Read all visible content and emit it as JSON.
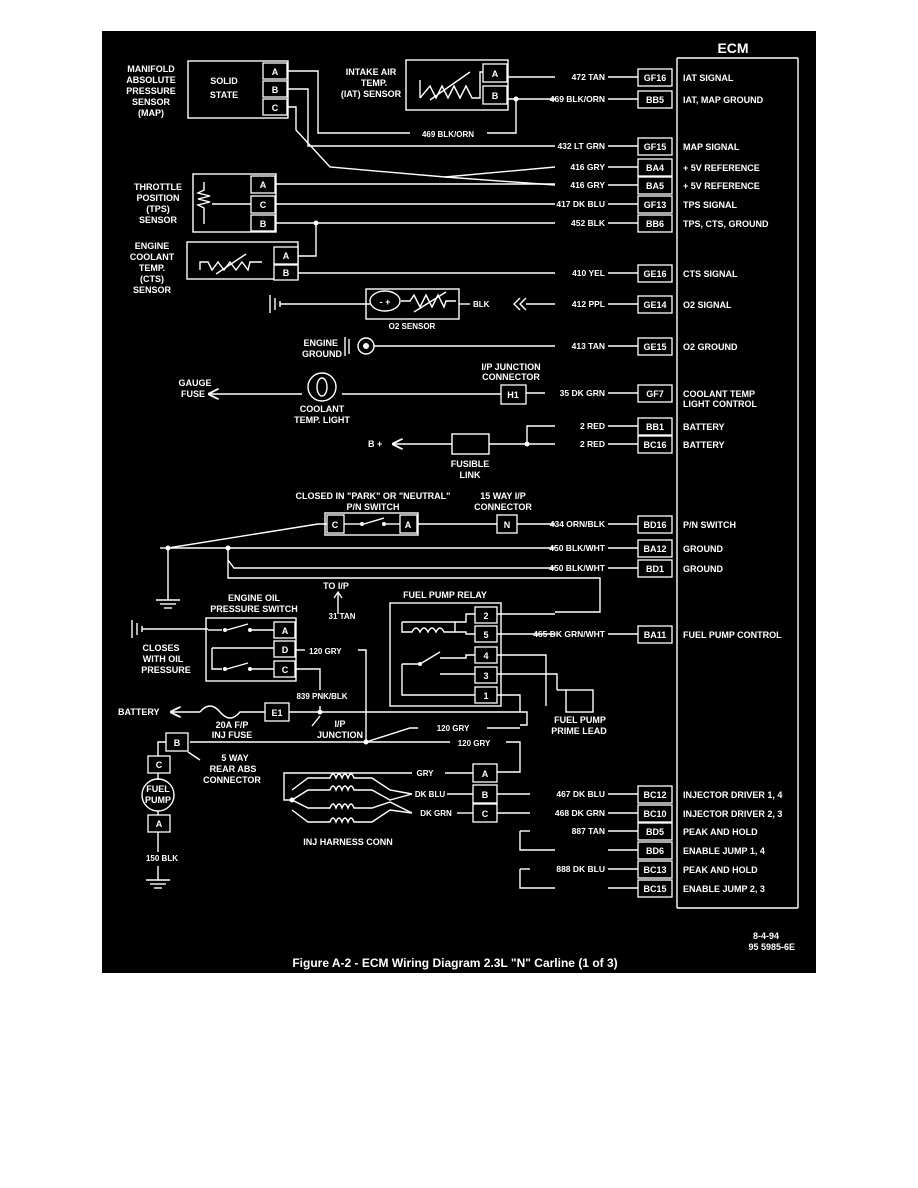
{
  "ecm": {
    "title": "ECM",
    "rows": [
      {
        "wire": "472 TAN",
        "pin": "GF16",
        "fn": "IAT SIGNAL"
      },
      {
        "wire": "469 BLK/ORN",
        "pin": "BB5",
        "fn": "IAT, MAP GROUND"
      },
      {
        "wire": "432 LT GRN",
        "pin": "GF15",
        "fn": "MAP SIGNAL"
      },
      {
        "wire": "416 GRY",
        "pin": "BA4",
        "fn": "+ 5V REFERENCE"
      },
      {
        "wire": "416 GRY",
        "pin": "BA5",
        "fn": "+ 5V REFERENCE"
      },
      {
        "wire": "417 DK BLU",
        "pin": "GF13",
        "fn": "TPS SIGNAL"
      },
      {
        "wire": "452 BLK",
        "pin": "BB6",
        "fn": "TPS, CTS, GROUND"
      },
      {
        "wire": "410 YEL",
        "pin": "GE16",
        "fn": "CTS SIGNAL"
      },
      {
        "wire": "412 PPL",
        "pin": "GE14",
        "fn": "O2 SIGNAL"
      },
      {
        "wire": "413 TAN",
        "pin": "GE15",
        "fn": "O2 GROUND"
      },
      {
        "wire": "35 DK GRN",
        "pin": "GF7",
        "fn": "COOLANT TEMP",
        "fn2": "LIGHT CONTROL"
      },
      {
        "wire": "2 RED",
        "pin": "BB1",
        "fn": "BATTERY"
      },
      {
        "wire": "2 RED",
        "pin": "BC16",
        "fn": "BATTERY"
      },
      {
        "wire": "434 ORN/BLK",
        "pin": "BD16",
        "fn": "P/N SWITCH"
      },
      {
        "wire": "450 BLK/WHT",
        "pin": "BA12",
        "fn": "GROUND"
      },
      {
        "wire": "450 BLK/WHT",
        "pin": "BD1",
        "fn": "GROUND"
      },
      {
        "wire": "465 DK GRN/WHT",
        "pin": "BA11",
        "fn": "FUEL PUMP CONTROL"
      },
      {
        "wire": "467 DK BLU",
        "pin": "BC12",
        "fn": "INJECTOR DRIVER 1, 4"
      },
      {
        "wire": "468 DK GRN",
        "pin": "BC10",
        "fn": "INJECTOR DRIVER 2, 3"
      },
      {
        "wire": "887 TAN",
        "pin": "BD5",
        "fn": "PEAK AND HOLD"
      },
      {
        "wire": "",
        "pin": "BD6",
        "fn": "ENABLE JUMP 1, 4"
      },
      {
        "wire": "888 DK BLU",
        "pin": "BC13",
        "fn": "PEAK AND HOLD"
      },
      {
        "wire": "",
        "pin": "BC15",
        "fn": "ENABLE JUMP 2, 3"
      }
    ]
  },
  "components": {
    "map_lines": [
      "MANIFOLD",
      "ABSOLUTE",
      "PRESSURE",
      "SENSOR",
      "(MAP)"
    ],
    "map_inner": [
      "SOLID",
      "STATE"
    ],
    "iat_lines": [
      "INTAKE AIR",
      "TEMP.",
      "(IAT) SENSOR"
    ],
    "tps_lines": [
      "THROTTLE",
      "POSITION",
      "(TPS)",
      "SENSOR"
    ],
    "cts_lines": [
      "ENGINE",
      "COOLANT",
      "TEMP.",
      "(CTS)",
      "SENSOR"
    ],
    "o2_label": "O2 SENSOR",
    "o2_wire": "BLK",
    "engine_ground": [
      "ENGINE",
      "GROUND"
    ],
    "ip_junction_conn": [
      "I/P JUNCTION",
      "CONNECTOR"
    ],
    "gauge_fuse": [
      "GAUGE",
      "FUSE"
    ],
    "coolant_light": [
      "COOLANT",
      "TEMP. LIGHT"
    ],
    "b_plus": "B +",
    "fusible_link": [
      "FUSIBLE",
      "LINK"
    ],
    "pn_switch_lines": [
      "CLOSED IN \"PARK\" OR \"NEUTRAL\"",
      "P/N SWITCH"
    ],
    "ip_15way": [
      "15 WAY I/P",
      "CONNECTOR"
    ],
    "fuel_pump_relay": "FUEL PUMP RELAY",
    "oil_switch": [
      "ENGINE OIL",
      "PRESSURE SWITCH"
    ],
    "to_ip": "TO I/P",
    "wire_31": "31 TAN",
    "closes_oil": [
      "CLOSES",
      "WITH OIL",
      "PRESSURE"
    ],
    "wire_120": "120 GRY",
    "wire_839": "839 PNK/BLK",
    "battery": "BATTERY",
    "fuse_label": [
      "20A F/P",
      "INJ FUSE"
    ],
    "ip_junction": [
      "I/P",
      "JUNCTION"
    ],
    "fuel_pump_prime": [
      "FUEL PUMP",
      "PRIME LEAD"
    ],
    "rear_abs": [
      "5 WAY",
      "REAR ABS",
      "CONNECTOR"
    ],
    "fuel_pump": [
      "FUEL",
      "PUMP"
    ],
    "wire_150": "150 BLK",
    "wire_gry": "GRY",
    "wire_dkblu": "DK BLU",
    "wire_dkgrn": "DK GRN",
    "inj_harness": "INJ HARNESS CONN",
    "wire_469_bottom": "469 BLK/ORN"
  },
  "footer": {
    "date": "8-4-94",
    "code": "95 5985-6E",
    "caption": "Figure A-2 - ECM Wiring Diagram  2.3L  \"N\" Carline  (1 of 3)"
  }
}
